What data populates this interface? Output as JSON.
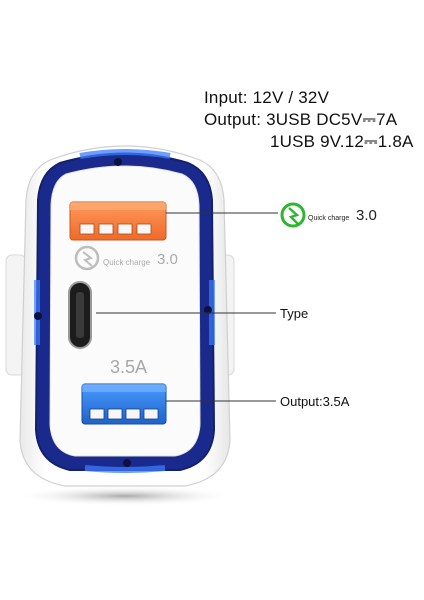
{
  "specs": {
    "input": "Input: 12V / 32V",
    "output_line1": "Output: 3USB DC5V⎓7A",
    "output_line2": "1USB 9V.12⎓1.8A"
  },
  "callouts": {
    "qc_small": "Quick charge",
    "qc_version": "3.0",
    "type": "Type",
    "output": "Output:3.5A"
  },
  "device": {
    "qc_badge_small": "Quick charge",
    "qc_badge_version": "3.0",
    "port_rating": "3.5A"
  },
  "icons": [
    "quick-charge-icon",
    "usb-c-port",
    "usb-a-port"
  ],
  "colors": {
    "ring_blue": "#1a2a8c",
    "glow_blue": "#2f6df5",
    "orange_port": "#f47a3a",
    "blue_port": "#2f7fe6",
    "qc_green": "#2fb52f"
  }
}
